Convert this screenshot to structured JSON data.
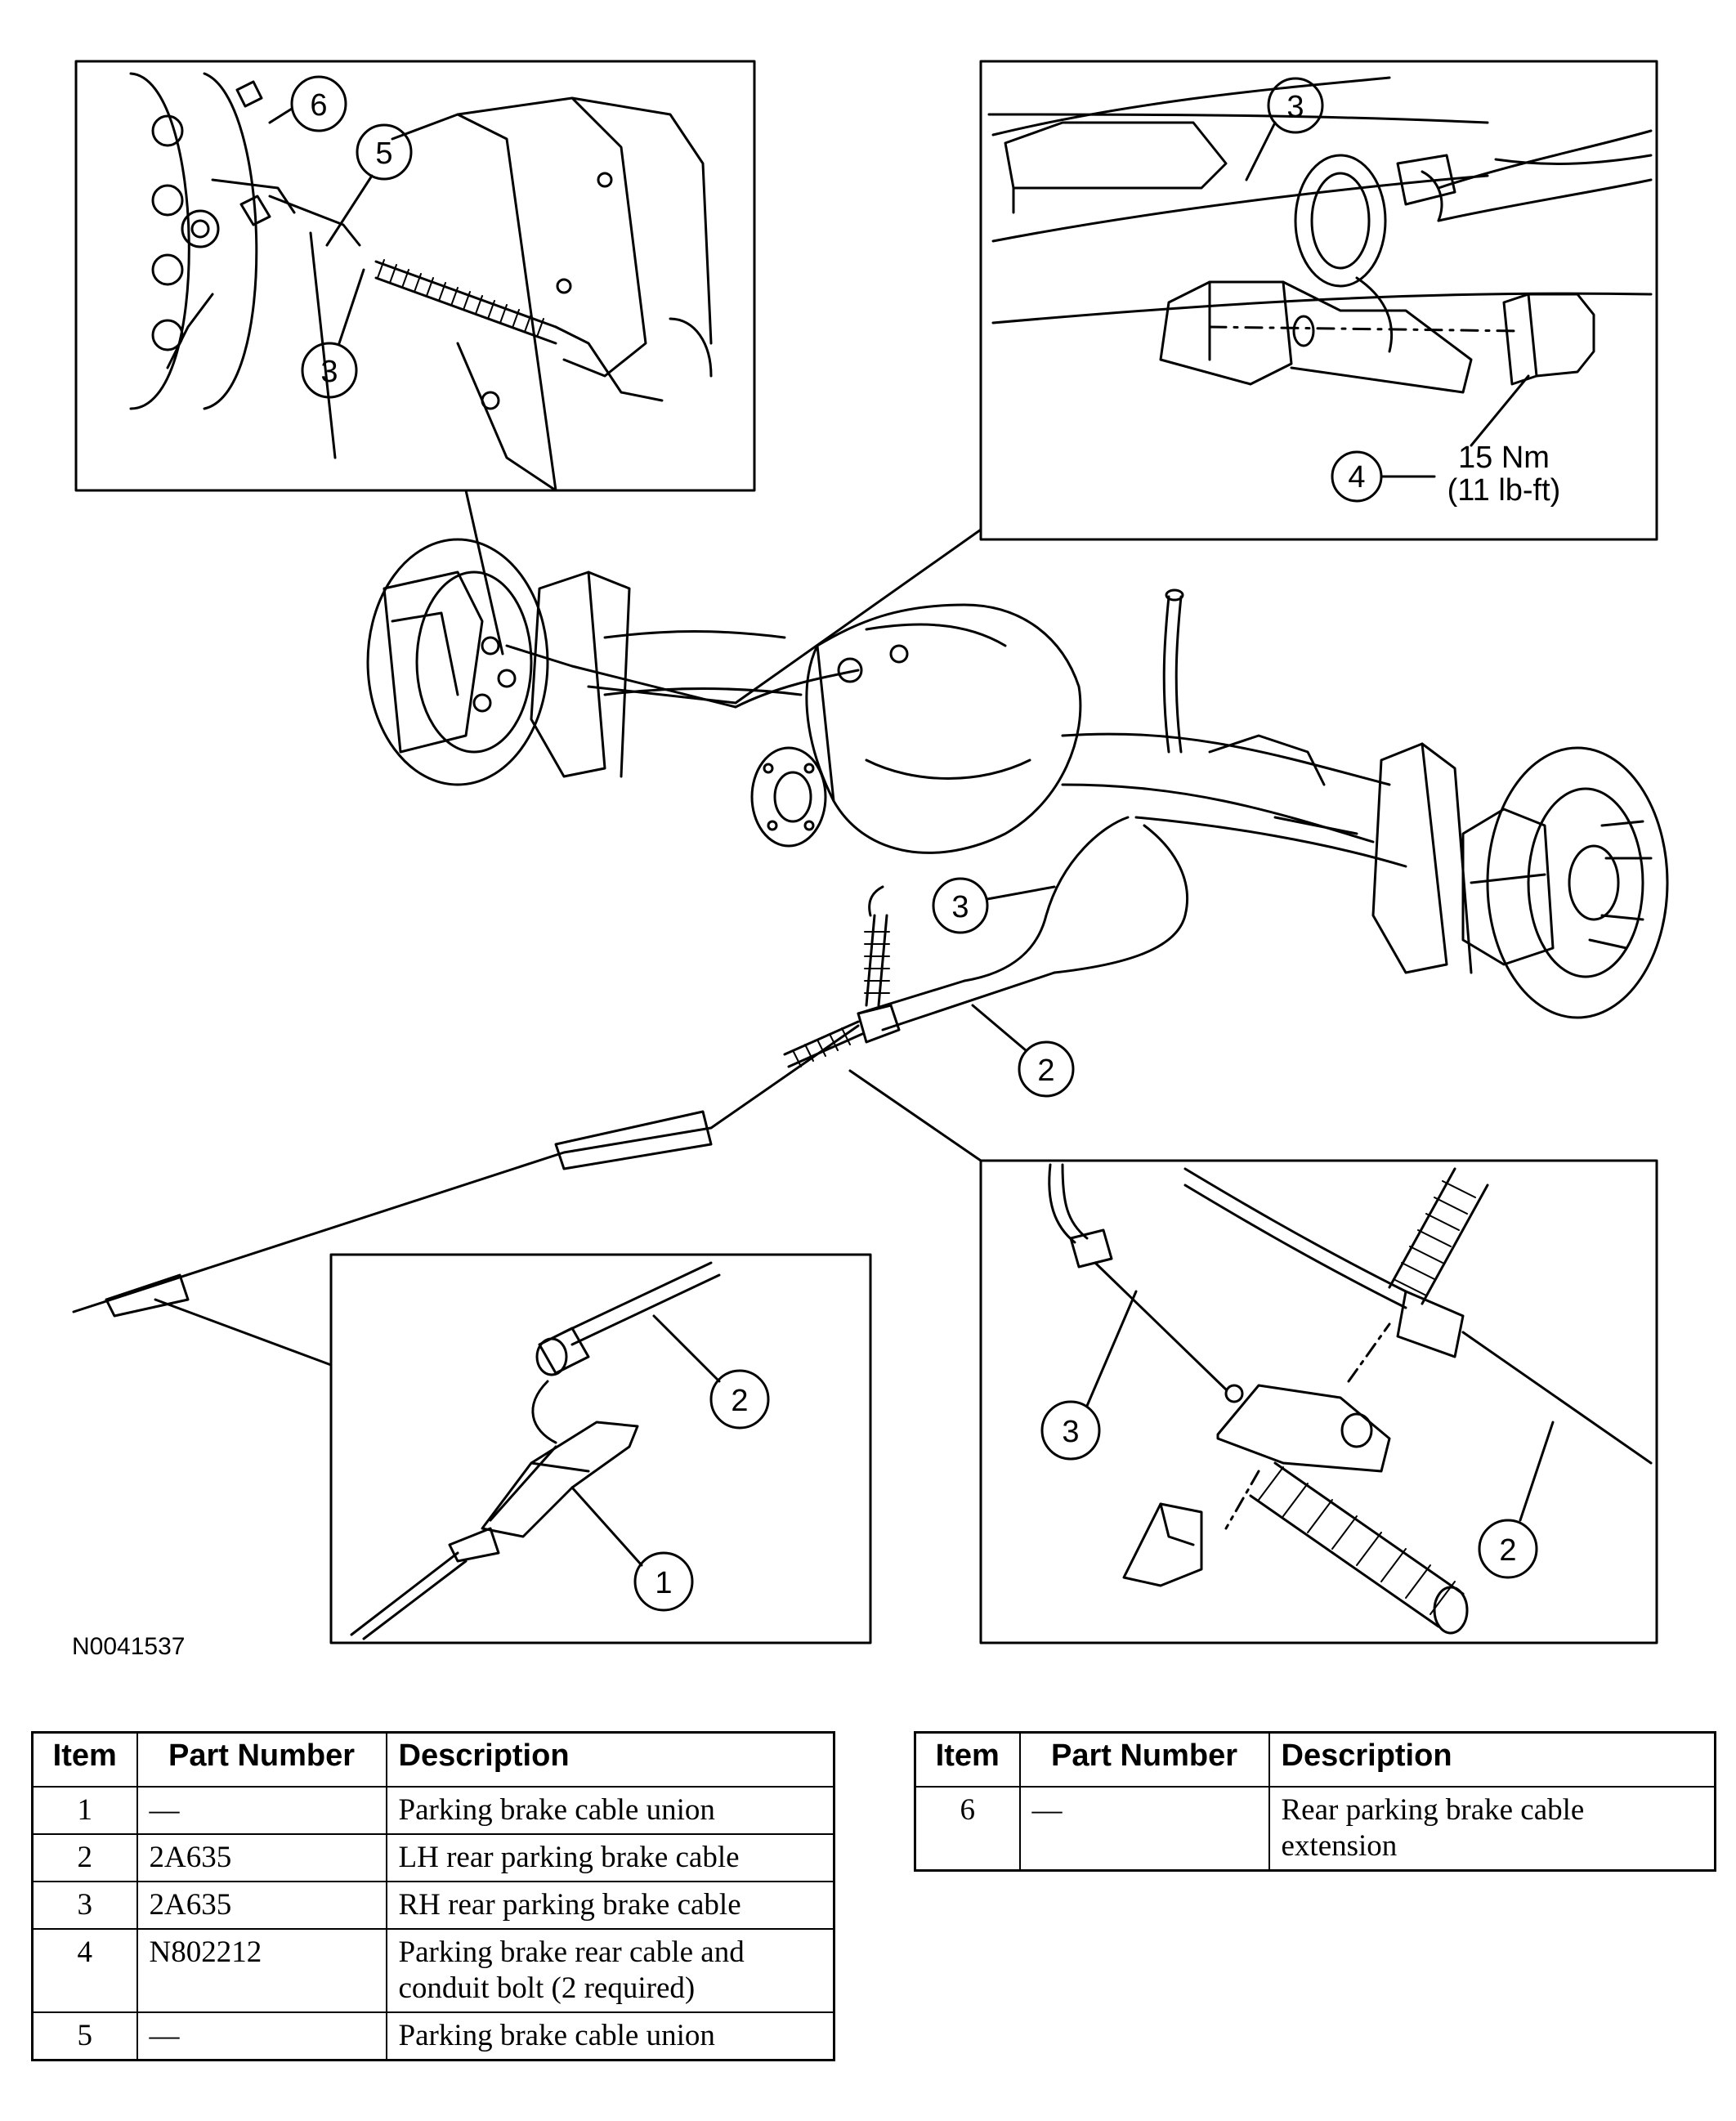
{
  "figure_id": "N0041537",
  "callouts": {
    "inset_top_left": [
      "6",
      "5",
      "3"
    ],
    "inset_top_right": [
      "3",
      "4"
    ],
    "main": [
      "3",
      "2"
    ],
    "inset_bottom_left": [
      "2",
      "1"
    ],
    "inset_bottom_right": [
      "3",
      "2"
    ]
  },
  "torque_spec": {
    "metric": "15 Nm",
    "imperial": "(11 lb-ft)"
  },
  "tables": [
    {
      "headers": [
        "Item",
        "Part Number",
        "Description"
      ],
      "rows": [
        [
          "1",
          "—",
          "Parking brake cable union"
        ],
        [
          "2",
          "2A635",
          "LH rear parking brake cable"
        ],
        [
          "3",
          "2A635",
          "RH rear parking brake cable"
        ],
        [
          "4",
          "N802212",
          "Parking brake rear cable and conduit bolt (2 required)"
        ],
        [
          "5",
          "—",
          "Parking brake cable union"
        ]
      ]
    },
    {
      "headers": [
        "Item",
        "Part Number",
        "Description"
      ],
      "rows": [
        [
          "6",
          "—",
          "Rear parking brake cable extension"
        ]
      ]
    }
  ]
}
